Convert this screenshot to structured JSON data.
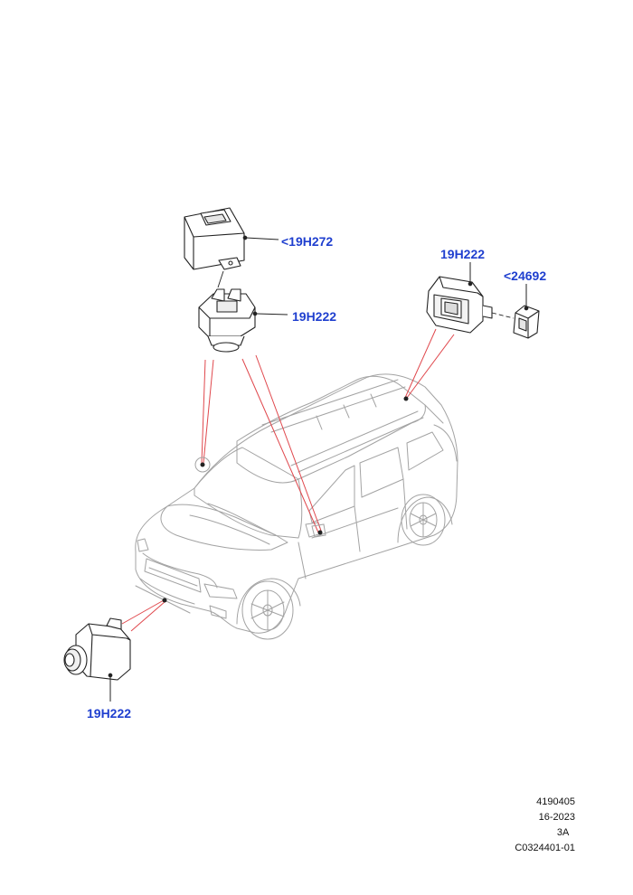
{
  "callouts": {
    "camera_housing": {
      "label": "<19H272"
    },
    "camera_top": {
      "label": "19H222"
    },
    "camera_rear": {
      "label": "19H222"
    },
    "connector": {
      "label": "<24692"
    },
    "camera_front": {
      "label": "19H222"
    }
  },
  "reference": {
    "illustration_number": "4190405",
    "date_code": "16-2023",
    "revision": "3A",
    "drawing_code": "C0324401-01"
  },
  "colors": {
    "callout_text": "#1f3fcf",
    "leader_line": "#e0474c",
    "part_outline": "#222222",
    "vehicle_outline": "#9a9a9a"
  }
}
